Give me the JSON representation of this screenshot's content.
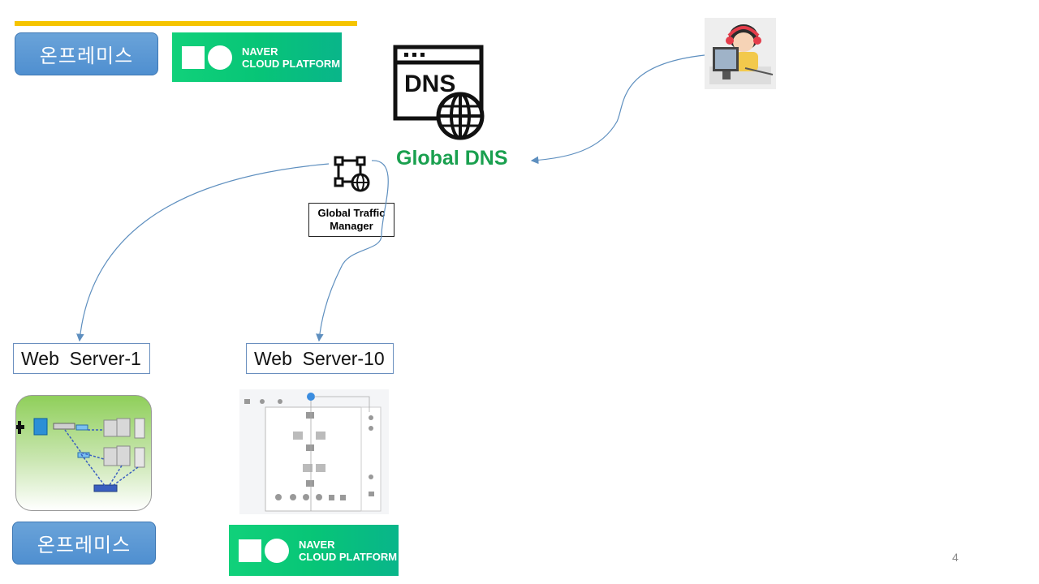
{
  "header": {
    "onprem_label": "온프레미스"
  },
  "ncp_logo": {
    "line1": "NAVER",
    "line2": "CLOUD PLATFORM"
  },
  "dns": {
    "icon_text": "DNS",
    "title": "Global DNS"
  },
  "gtm": {
    "line1": "Global Traffic",
    "line2": "Manager"
  },
  "servers": [
    {
      "label": "Web  Server-1"
    },
    {
      "label": "Web  Server-10"
    }
  ],
  "bottom": {
    "onprem_label": "온프레미스"
  },
  "page_number": "4",
  "icons": {
    "dns": "dns-globe-icon",
    "gtm": "network-globe-icon",
    "user": "user-at-computer-icon"
  },
  "colors": {
    "accent_bar": "#f5c400",
    "dns_title": "#1aa04f",
    "ncp_green": "#07c577",
    "onprem_blue": "#5b97d3",
    "arrow": "#5e8fbf"
  }
}
